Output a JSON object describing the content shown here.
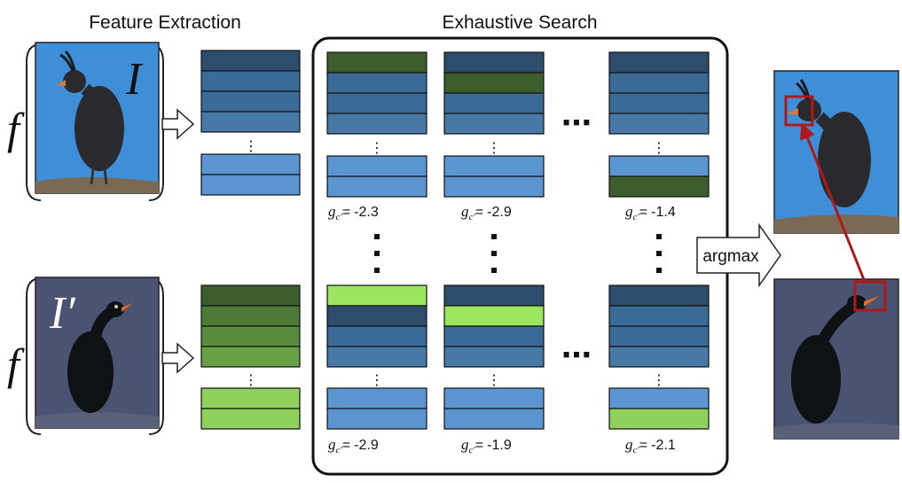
{
  "titles": {
    "feature_extraction": "Feature Extraction",
    "exhaustive_search": "Exhaustive Search"
  },
  "function_symbol": "f",
  "image_labels": {
    "top": "I",
    "bottom": "I′"
  },
  "argmax_label": "argmax",
  "vdots": "⋮",
  "hdots": "⋯",
  "score_symbol": {
    "base": "g",
    "subscript": "c′",
    "suffix": "="
  },
  "scores": {
    "top": [
      "-2.3",
      "-2.9",
      "-1.4"
    ],
    "bottom": [
      "-2.9",
      "-1.9",
      "-2.1"
    ]
  },
  "colors": {
    "dark_blue": "#2e4d6d",
    "mid_blue": "#3a6a96",
    "blue2": "#4779a6",
    "light_blue": "#5b96d2",
    "dark_green": "#3d5e2c",
    "green": "#5a8a3d",
    "light_green": "#8fd15a",
    "lime_green": "#9be65e",
    "match_red": "#b01818",
    "sky": "#3f8fd8",
    "slate": "#4a5372"
  }
}
